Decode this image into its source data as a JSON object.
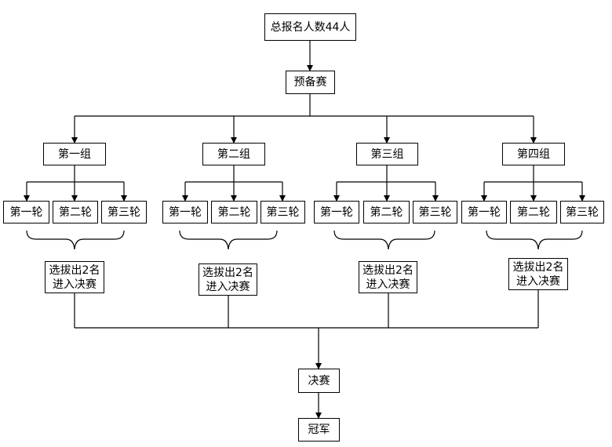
{
  "flowchart": {
    "root": {
      "label": "总报名人数44人"
    },
    "prelim": {
      "label": "预备赛"
    },
    "groups": [
      {
        "label": "第一组",
        "rounds": [
          "第一轮",
          "第二轮",
          "第三轮"
        ],
        "selection": [
          "选拔出2名",
          "进入决赛"
        ]
      },
      {
        "label": "第二组",
        "rounds": [
          "第一轮",
          "第二轮",
          "第三轮"
        ],
        "selection": [
          "选拔出2名",
          "进入决赛"
        ]
      },
      {
        "label": "第三组",
        "rounds": [
          "第一轮",
          "第二轮",
          "第三轮"
        ],
        "selection": [
          "选拔出2名",
          "进入决赛"
        ]
      },
      {
        "label": "第四组",
        "rounds": [
          "第一轮",
          "第二轮",
          "第三轮"
        ],
        "selection": [
          "选拔出2名",
          "进入决赛"
        ]
      }
    ],
    "final": {
      "label": "决赛"
    },
    "champion": {
      "label": "冠军"
    }
  }
}
